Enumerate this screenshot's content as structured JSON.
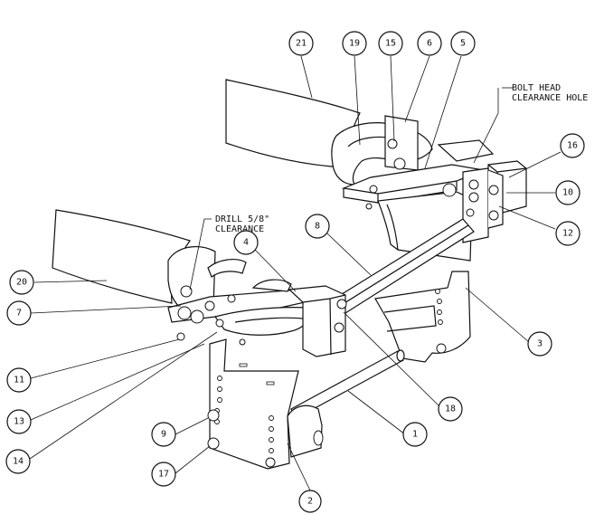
{
  "callouts": [
    {
      "id": "21",
      "label": "21"
    },
    {
      "id": "19",
      "label": "19"
    },
    {
      "id": "15",
      "label": "15"
    },
    {
      "id": "6",
      "label": "6"
    },
    {
      "id": "5",
      "label": "5"
    },
    {
      "id": "16",
      "label": "16"
    },
    {
      "id": "10",
      "label": "10"
    },
    {
      "id": "12",
      "label": "12"
    },
    {
      "id": "8",
      "label": "8"
    },
    {
      "id": "4",
      "label": "4"
    },
    {
      "id": "20",
      "label": "20"
    },
    {
      "id": "7",
      "label": "7"
    },
    {
      "id": "11",
      "label": "11"
    },
    {
      "id": "13",
      "label": "13"
    },
    {
      "id": "14",
      "label": "14"
    },
    {
      "id": "9",
      "label": "9"
    },
    {
      "id": "17",
      "label": "17"
    },
    {
      "id": "2",
      "label": "2"
    },
    {
      "id": "1",
      "label": "1"
    },
    {
      "id": "18",
      "label": "18"
    },
    {
      "id": "3",
      "label": "3"
    }
  ],
  "notes": {
    "bolt_head": {
      "line1": "BOLT HEAD",
      "line2": "CLEARANCE HOLE"
    },
    "drill": {
      "line1": "DRILL 5/8\"",
      "line2": "CLEARANCE"
    }
  }
}
